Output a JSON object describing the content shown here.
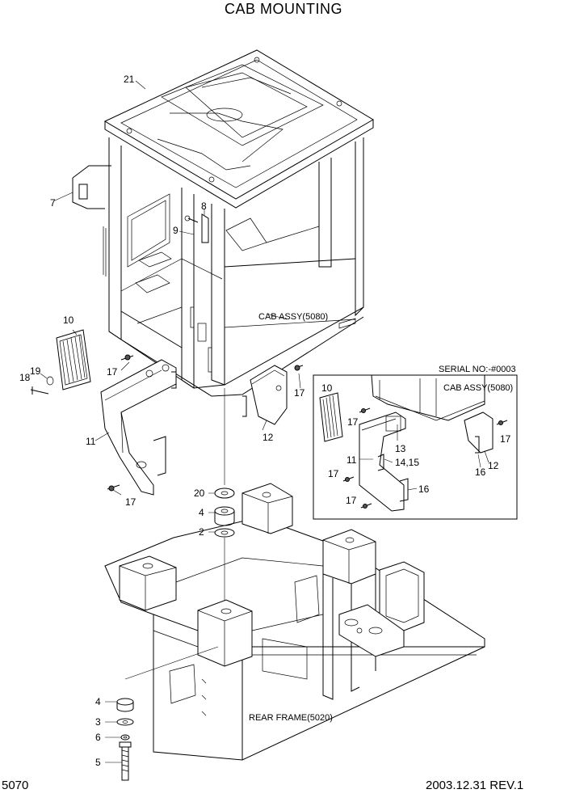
{
  "title": "CAB MOUNTING",
  "page_number": "5070",
  "revision": "2003.12.31  REV.1",
  "labels": {
    "cab_assy": "CAB ASSY(5080)",
    "rear_frame": "REAR FRAME(5020)",
    "serial": "SERIAL NO:-#0003",
    "inset_cab_assy": "CAB ASSY(5080)"
  },
  "callouts": {
    "c21": "21",
    "c7": "7",
    "c8": "8",
    "c9": "9",
    "c10": "10",
    "c19": "19",
    "c18": "18",
    "c17a": "17",
    "c17b": "17",
    "c11": "11",
    "c12": "12",
    "c17c": "17",
    "c20": "20",
    "c4a": "4",
    "c2": "2",
    "c4b": "4",
    "c3": "3",
    "c6": "6",
    "c5": "5"
  },
  "inset_callouts": {
    "i10": "10",
    "i17a": "17",
    "i13": "13",
    "i11": "11",
    "i1415": "14,15",
    "i17b": "17",
    "i16a": "16",
    "i17c": "17",
    "i17d": "17",
    "i12": "12",
    "i16b": "16"
  }
}
